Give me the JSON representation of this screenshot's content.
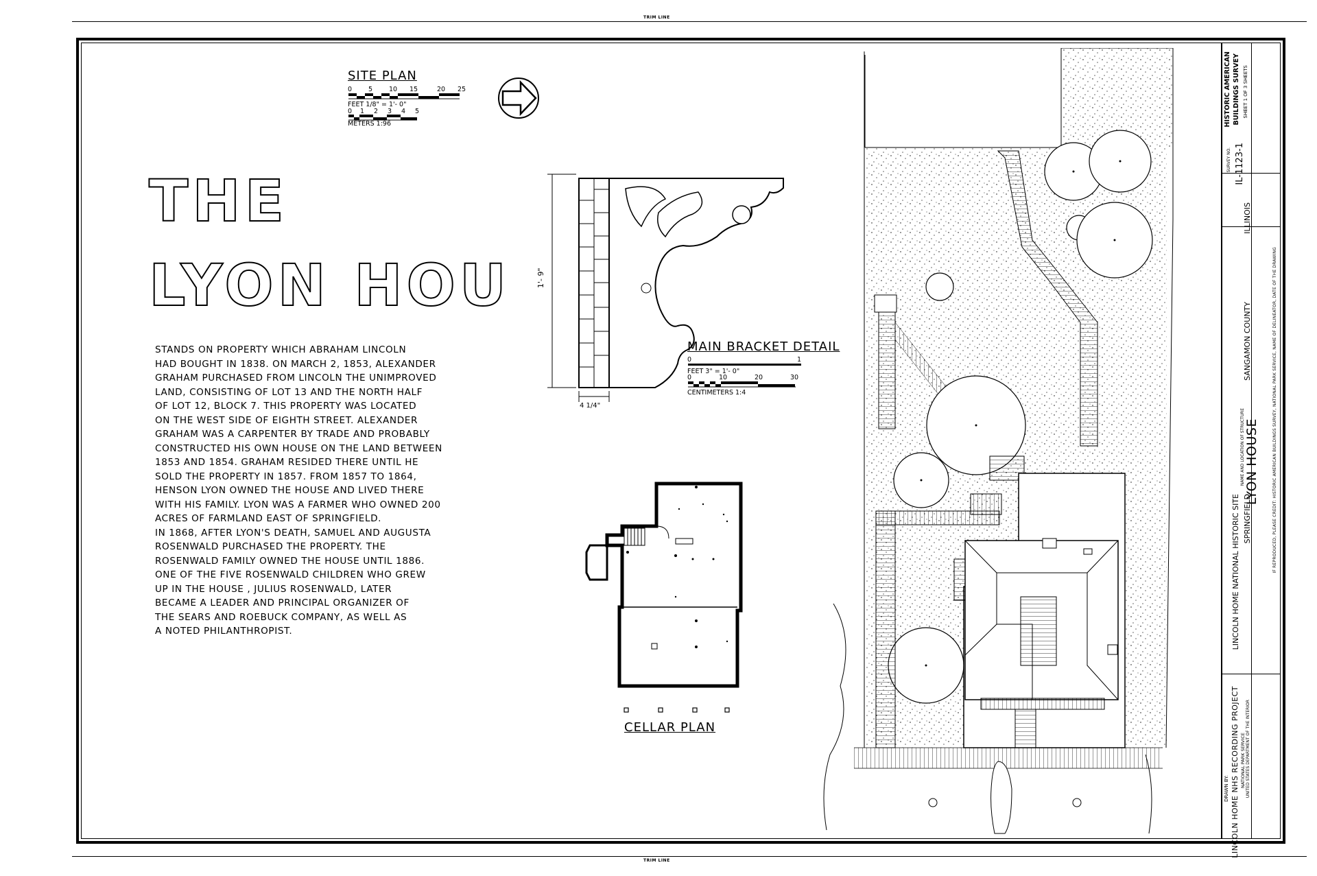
{
  "sheet": {
    "trim_line_top": "TRIM LINE",
    "trim_line_bottom": "TRIM LINE"
  },
  "title": {
    "line1": "THE",
    "line2": "LYON HOUSE"
  },
  "narrative": [
    "STANDS ON PROPERTY WHICH ABRAHAM LINCOLN",
    "HAD BOUGHT IN 1838.  ON MARCH 2, 1853, ALEXANDER",
    "GRAHAM  PURCHASED FROM LINCOLN  THE  UNIMPROVED",
    "LAND, CONSISTING OF LOT 13 AND THE NORTH HALF",
    "OF LOT 12, BLOCK 7.  THIS PROPERTY WAS LOCATED",
    "ON THE WEST SIDE OF  EIGHTH STREET.  ALEXANDER",
    "GRAHAM WAS A CARPENTER BY TRADE AND PROBABLY",
    "CONSTRUCTED HIS OWN HOUSE ON THE LAND BETWEEN",
    "1853 AND 1854.  GRAHAM RESIDED THERE UNTIL HE",
    "SOLD  THE PROPERTY IN 1857.  FROM 1857 TO 1864,",
    "HENSON  LYON  OWNED THE HOUSE AND LIVED THERE",
    "WITH HIS FAMILY. LYON WAS A FARMER WHO OWNED 200",
    "ACRES  OF FARMLAND EAST OF SPRINGFIELD.",
    "IN 1868, AFTER LYON'S DEATH, SAMUEL AND AUGUSTA",
    "ROSENWALD PURCHASED THE PROPERTY.  THE",
    "ROSENWALD FAMILY OWNED THE HOUSE UNTIL 1886.",
    "ONE OF THE FIVE ROSENWALD CHILDREN WHO GREW",
    "UP IN THE HOUSE , JULIUS ROSENWALD, LATER",
    "BECAME A LEADER AND PRINCIPAL ORGANIZER OF",
    "THE  SEARS AND ROEBUCK COMPANY, AS WELL AS",
    "A NOTED  PHILANTHROPIST."
  ],
  "site_plan": {
    "caption": "SITE  PLAN",
    "feet_ticks": [
      "0",
      "5",
      "10",
      "15",
      "20",
      "25"
    ],
    "feet_label": "FEET 1/8\" = 1'- 0\"",
    "meter_ticks": [
      "0",
      "1",
      "2",
      "3",
      "4",
      "5"
    ],
    "meter_label": "METERS  1:96"
  },
  "bracket": {
    "caption": "MAIN BRACKET DETAIL",
    "height_dim": "1'- 9\"",
    "width_dim": "4 1/4\"",
    "feet_ticks": [
      "0",
      "1"
    ],
    "feet_label": "FEET  3\" = 1'- 0\"",
    "cm_ticks": [
      "0",
      "10",
      "20",
      "30"
    ],
    "cm_label": "CENTIMETERS  1:4"
  },
  "cellar": {
    "caption": "CELLAR  PLAN"
  },
  "title_block": {
    "drawn_by_label": "DRAWN BY:",
    "project": "LINCOLN  HOME   NHS  RECORDING  PROJECT",
    "agency1": "NATIONAL PARK SERVICE",
    "agency2": "UNITED STATES DEPARTMENT OF THE INTERIOR",
    "name_label": "NAME AND LOCATION OF STRUCTURE",
    "structure": "LYON HOUSE",
    "site": "LINCOLN  HOME  NATIONAL HISTORIC SITE",
    "city": "SPRINGFIELD",
    "county": "SANGAMON  COUNTY",
    "state": "ILLINOIS",
    "credit": "IF REPRODUCED, PLEASE CREDIT: HISTORIC AMERICAN BUILDINGS SURVEY, NATIONAL PARK SERVICE, NAME OF DELINEATOR, DATE OF THE DRAWING",
    "survey_label": "SURVEY NO.",
    "survey_no": "IL-1123-1",
    "habs1": "HISTORIC AMERICAN",
    "habs2": "BUILDINGS SURVEY",
    "sheet": "SHEET  1  OF  3  SHEETS"
  }
}
